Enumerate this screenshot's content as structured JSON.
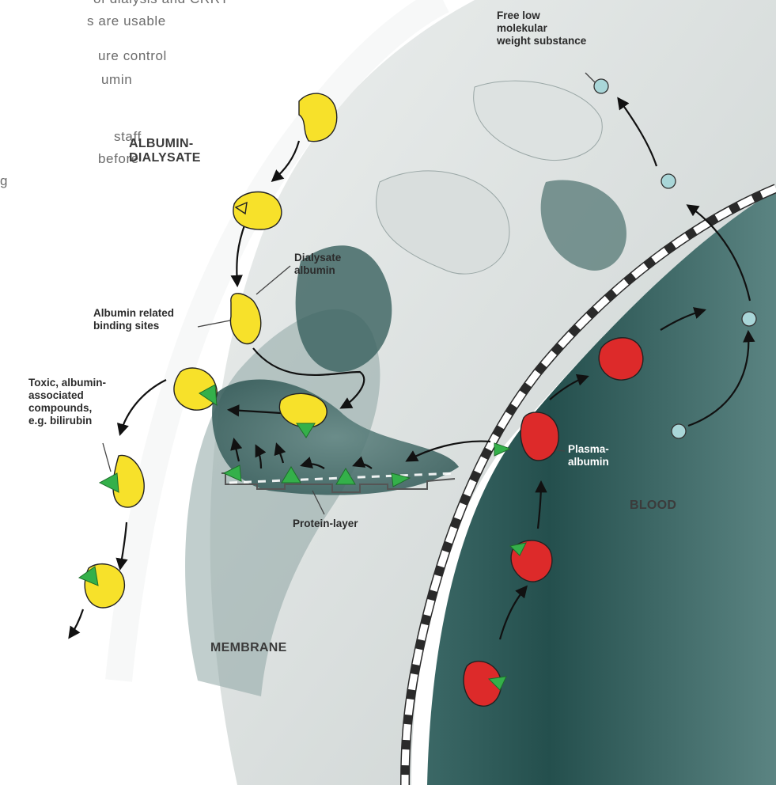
{
  "colors": {
    "dialysate_albumin": "#f7e12a",
    "plasma_albumin": "#dd2a2a",
    "toxin": "#34b04a",
    "free_substance": "#a9d6d8",
    "blood": "#1f4f4d"
  },
  "side_text": [
    "of dialysis and CRRT",
    "s are usable",
    "ure control",
    "umin",
    "staff",
    "before",
    "g"
  ],
  "labels": {
    "free_substance": [
      "Free low",
      "molekular",
      "weight substance"
    ],
    "albumin_dialysate": [
      "ALBUMIN-",
      "DIALYSATE"
    ],
    "dialysate_albumin": [
      "Dialysate",
      "albumin"
    ],
    "binding_sites": [
      "Albumin related",
      "binding sites"
    ],
    "toxic_compounds": [
      "Toxic, albumin-",
      "associated",
      "compounds,",
      "e.g. bilirubin"
    ],
    "plasma_albumin": [
      "Plasma-",
      "albumin"
    ],
    "blood": "BLOOD",
    "protein_layer": "Protein-layer",
    "membrane": "MEMBRANE"
  }
}
